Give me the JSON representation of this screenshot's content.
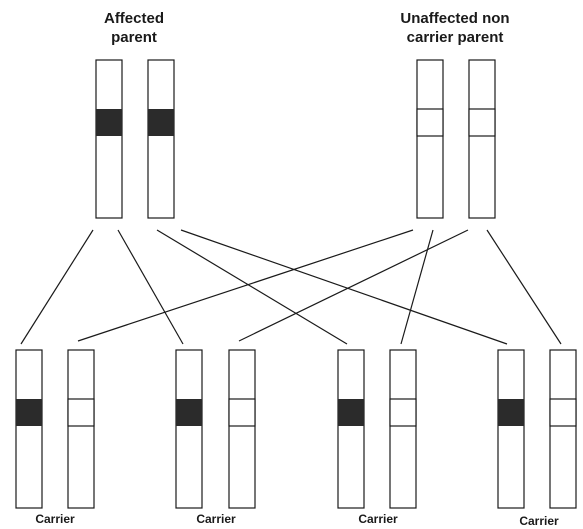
{
  "labels": {
    "affected_parent_line1": "Affected",
    "affected_parent_line2": "parent",
    "unaffected_parent_line1": "Unaffected non",
    "unaffected_parent_line2": "carrier parent"
  },
  "children": [
    {
      "label": "Carrier"
    },
    {
      "label": "Carrier"
    },
    {
      "label": "Carrier"
    },
    {
      "label": "Carrier"
    }
  ],
  "colors": {
    "stroke": "#1a1a1a",
    "band_filled": "#2b2b2b",
    "band_empty": "#ffffff"
  }
}
